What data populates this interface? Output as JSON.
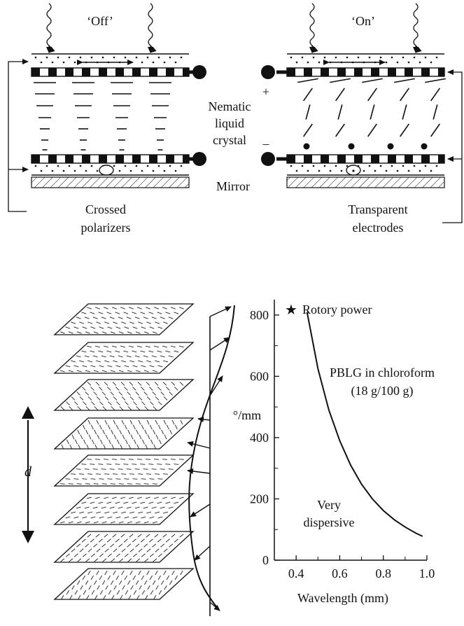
{
  "top": {
    "off_label": "‘Off’",
    "on_label": "‘On’",
    "nematic_line1": "Nematic",
    "nematic_line2": "liquid",
    "nematic_line3": "crystal",
    "mirror_label": "Mirror",
    "plus_sign": "+",
    "minus_sign": "–",
    "crossed_line1": "Crossed",
    "crossed_line2": "polarizers",
    "transparent_line1": "Transparent",
    "transparent_line2": "electrodes"
  },
  "bottom_left": {
    "d_label": "d"
  },
  "chart_data": {
    "type": "line",
    "title": "",
    "legend": "Rotory power",
    "xlabel": "Wavelength (mm)",
    "ylabel": "°/mm",
    "xlim": [
      0.3,
      1.0
    ],
    "ylim": [
      0,
      850
    ],
    "xticks": [
      0.4,
      0.6,
      0.8,
      1.0
    ],
    "xtick_labels": [
      "0.4",
      "0.6",
      "0.8",
      "1.0"
    ],
    "yticks": [
      0,
      200,
      400,
      600,
      800
    ],
    "ytick_labels": [
      "0",
      "200",
      "400",
      "600",
      "800"
    ],
    "series": [
      {
        "x": [
          0.45,
          0.5,
          0.55,
          0.6,
          0.65,
          0.7,
          0.75,
          0.8,
          0.85,
          0.9,
          0.95,
          0.98
        ],
        "y": [
          810,
          625,
          490,
          390,
          310,
          248,
          200,
          162,
          132,
          108,
          88,
          78
        ]
      }
    ],
    "annotations": {
      "curve_label_line1": "PBLG in chloroform",
      "curve_label_line2": "(18 g/100 g)",
      "note_line1": "Very",
      "note_line2": "dispersive"
    }
  }
}
